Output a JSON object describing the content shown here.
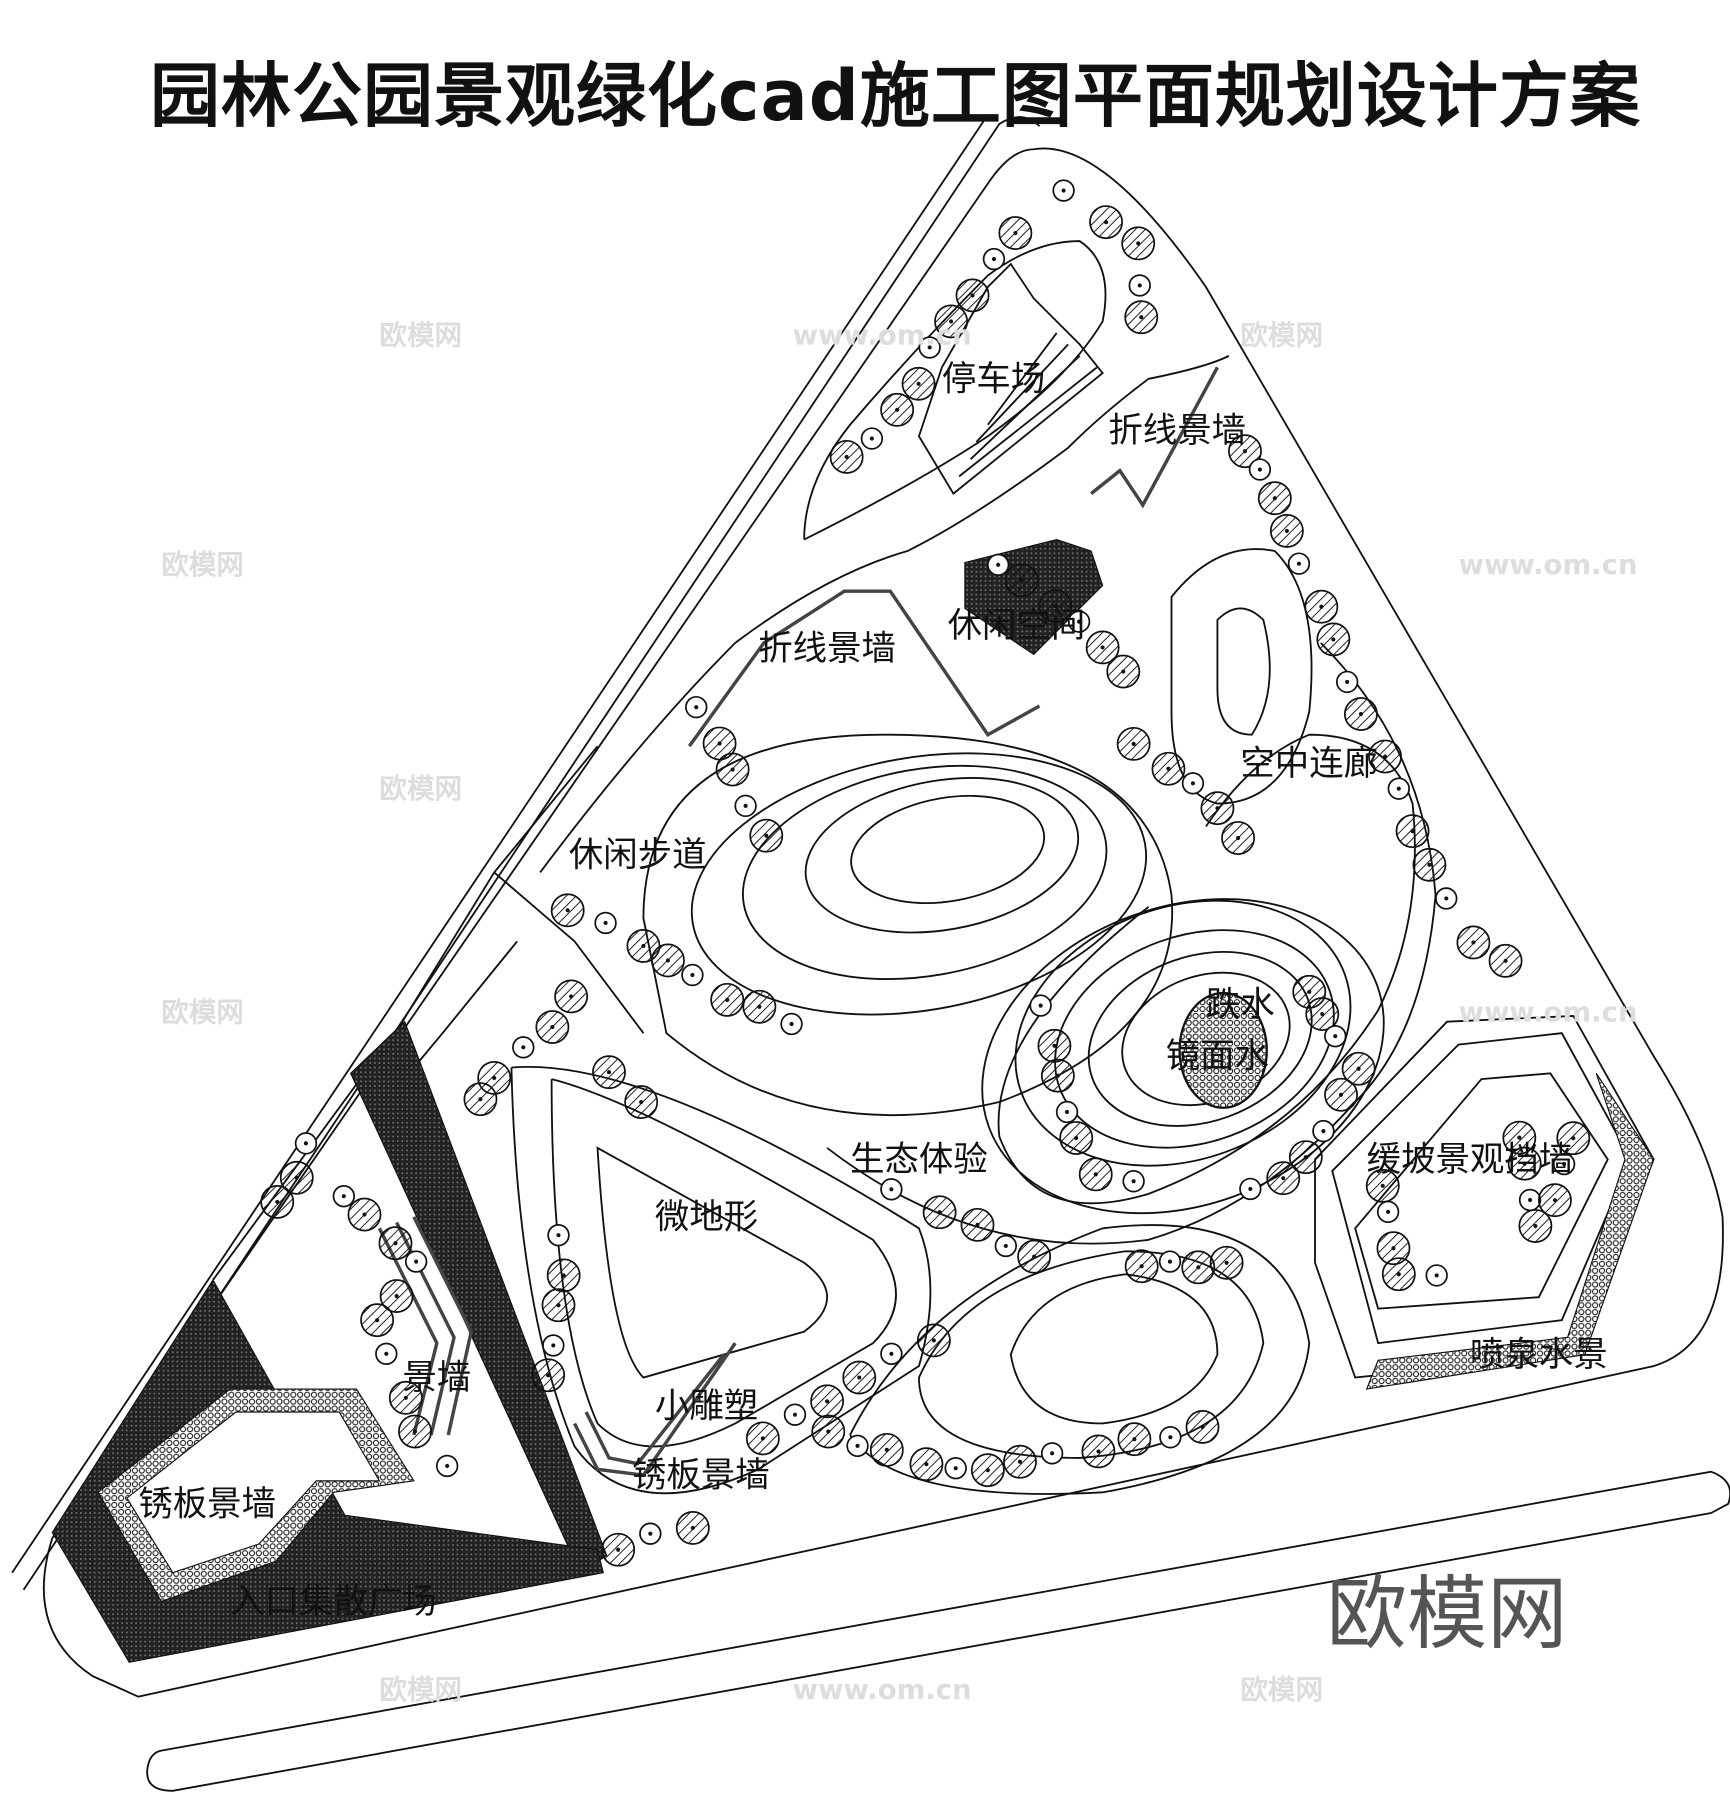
{
  "title": "园林公园景观绿化cad施工图平面规划设计方案",
  "labels": {
    "parking": "停车场",
    "zigzag_wall_top": "折线景墙",
    "zigzag_wall_mid": "折线景墙",
    "leisure_space": "休闲空间",
    "sky_corridor": "空中连廊",
    "leisure_walk": "休闲步道",
    "cascade": "跌水",
    "mirror_water": "镜面水",
    "eco_experience": "生态体验",
    "slope_retaining_wall": "缓坡景观挡墙",
    "micro_terrain": "微地形",
    "feature_wall": "景墙",
    "small_sculpture": "小雕塑",
    "rust_wall_center": "锈板景墙",
    "rust_wall_left": "锈板景墙",
    "fountain": "喷泉水景",
    "entrance_plaza": "入口集散广场"
  },
  "watermark": {
    "logo": "欧模网",
    "url": "www.om.cn"
  },
  "colors": {
    "line": "#111111",
    "paving_dark": "#333333",
    "watermark": "#dddddd"
  }
}
